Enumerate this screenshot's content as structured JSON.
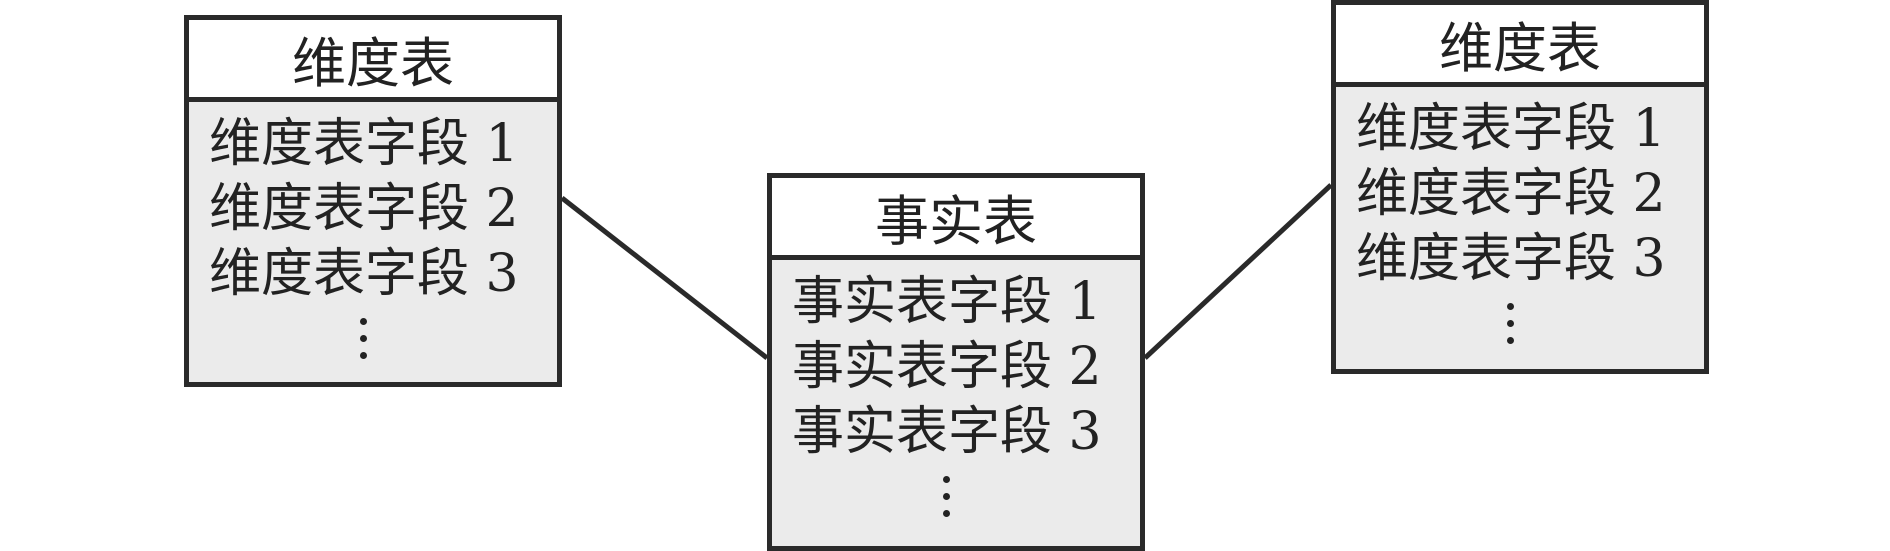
{
  "tables": [
    {
      "id": "dim-left",
      "title": "维度表",
      "fields": [
        "维度表字段 1",
        "维度表字段 2",
        "维度表字段 3"
      ],
      "more": "⋮"
    },
    {
      "id": "fact",
      "title": "事实表",
      "fields": [
        "事实表字段 1",
        "事实表字段 2",
        "事实表字段 3"
      ],
      "more": "⋮"
    },
    {
      "id": "dim-right",
      "title": "维度表",
      "fields": [
        "维度表字段 1",
        "维度表字段 2",
        "维度表字段 3"
      ],
      "more": "⋮"
    }
  ],
  "colors": {
    "border": "#2a2a2a",
    "header_fill": "#ffffff",
    "body_fill": "#ebebeb",
    "text": "#222222"
  }
}
